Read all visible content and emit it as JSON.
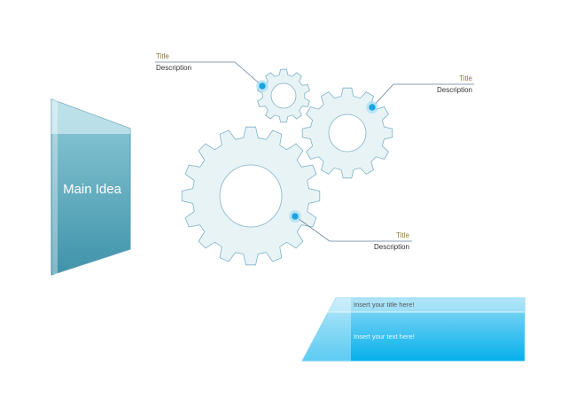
{
  "main_idea": {
    "label": "Main Idea"
  },
  "callouts": [
    {
      "title": "Title",
      "description": "Description"
    },
    {
      "title": "Title",
      "description": "Description"
    },
    {
      "title": "Title",
      "description": "Description"
    }
  ],
  "textbox": {
    "title": "Insert your title here!",
    "text": "Insert your text here!"
  },
  "colors": {
    "gear_fill": "#e8f3f6",
    "gear_stroke": "#7fb2c6",
    "dot": "#29a8e0",
    "line": "#6a7d9a"
  }
}
